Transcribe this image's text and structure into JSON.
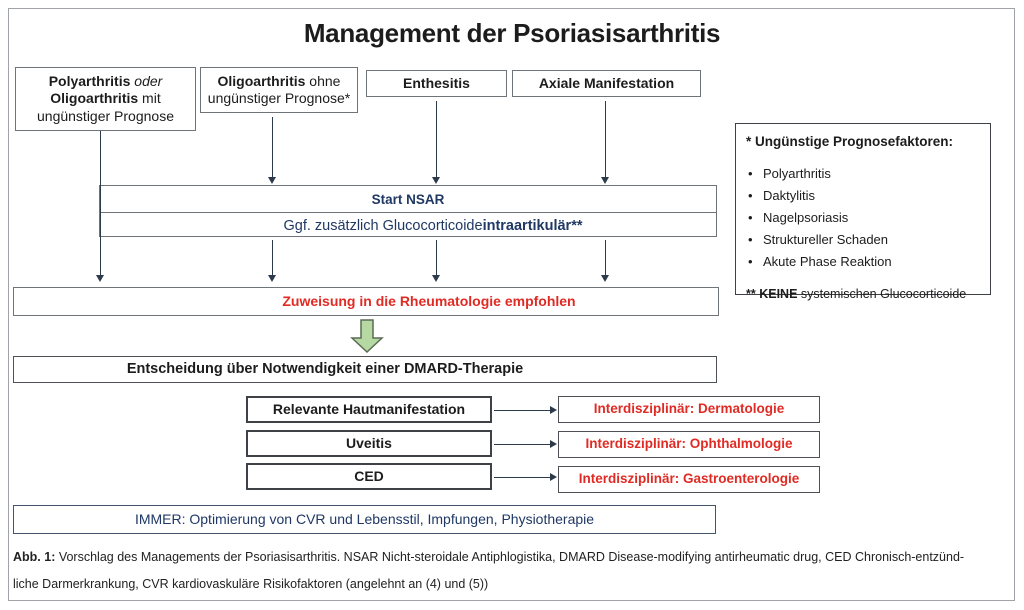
{
  "title": "Management der Psoriasisarthritis",
  "flow": {
    "box_poly": {
      "line1_bold": "Polyarthritis",
      "line1_italic": " oder",
      "line2_bold": "Oligoarthritis",
      "line2_rest": " mit",
      "line3": "ungünstiger Prognose"
    },
    "box_oligo": {
      "line1_bold": "Oligoarthritis",
      "line1_rest": " ohne",
      "line2": "ungünstiger Prognose*"
    },
    "box_enthesitis": "Enthesitis",
    "box_axial": "Axiale Manifestation",
    "nsar": {
      "start": "Start NSAR",
      "ggf_prefix": "Ggf. zusätzlich Glucocorticoide ",
      "ggf_bold": "intraartikulär**"
    },
    "zuweisung": "Zuweisung in die Rheumatologie empfohlen",
    "dmard": "Entscheidung über Notwendigkeit einer DMARD-Therapie",
    "rows": [
      {
        "condition": "Relevante Hautmanifestation",
        "referral": "Interdisziplinär: Dermatologie"
      },
      {
        "condition": "Uveitis",
        "referral": "Interdisziplinär: Ophthalmologie"
      },
      {
        "condition": "CED",
        "referral": "Interdisziplinär: Gastroenterologie"
      }
    ],
    "immer": "IMMER: Optimierung von CVR und Lebensstil, Impfungen, Physiotherapie"
  },
  "prognose_panel": {
    "title": "* Ungünstige Prognosefaktoren:",
    "items": [
      "Polyarthritis",
      "Daktylitis",
      "Nagelpsoriasis",
      "Struktureller Schaden",
      "Akute Phase Reaktion"
    ],
    "footnote_bold": "** KEINE",
    "footnote_rest": " systemischen Glucocorticoide"
  },
  "caption": {
    "label": "Abb. 1:",
    "line1": " Vorschlag des Managements der Psoriasisarthritis.  NSAR Nicht-steroidale Antiphlogistika, DMARD Disease-modifying antirheumatic drug, CED Chronisch-entzünd-",
    "line2": "liche Darmerkrankung, CVR kardiovaskuläre Risikofaktoren (angelehnt an (4) und (5))"
  },
  "colors": {
    "navy": "#1f3864",
    "red": "#e02b24",
    "green_fill": "#b6d8a3",
    "green_border": "#5c6b55"
  }
}
